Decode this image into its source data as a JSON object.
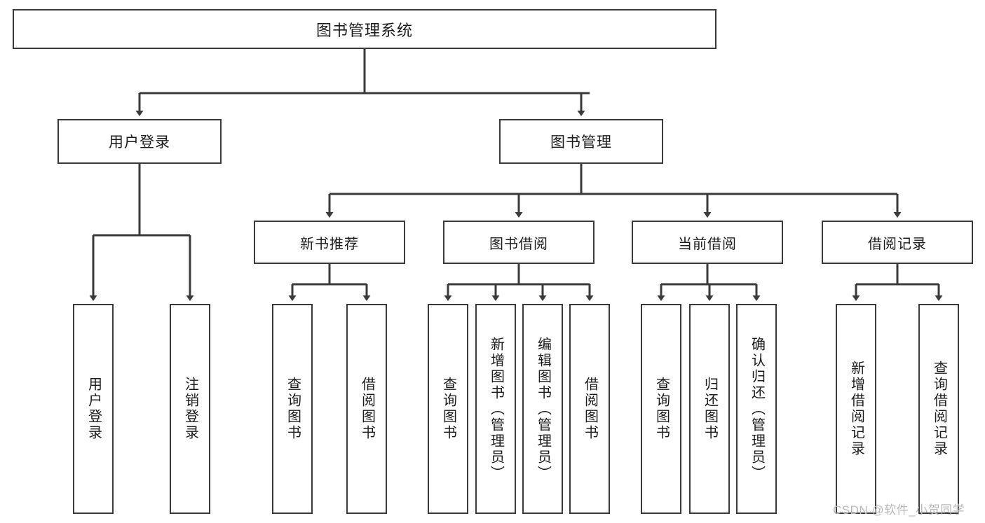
{
  "diagram": {
    "type": "tree",
    "title": "图书管理系统",
    "orientation": "top-down",
    "colors": {
      "box_border": "#3a3a3a",
      "box_fill": "#ffffff",
      "edge": "#3a3a3a",
      "text": "#1b1b1b",
      "watermark": "#b9b9b9"
    },
    "root": {
      "label": "图书管理系统"
    },
    "level2": [
      {
        "label": "用户登录"
      },
      {
        "label": "图书管理"
      }
    ],
    "level3": [
      {
        "label": "新书推荐"
      },
      {
        "label": "图书借阅"
      },
      {
        "label": "当前借阅"
      },
      {
        "label": "借阅记录"
      }
    ],
    "leaves": {
      "user_login": [
        {
          "label": "用户登录"
        },
        {
          "label": "注销登录"
        }
      ],
      "new_book": [
        {
          "label": "查询图书"
        },
        {
          "label": "借阅图书"
        }
      ],
      "book_borrow": [
        {
          "label": "查询图书"
        },
        {
          "label": "新增图书（管理员）"
        },
        {
          "label": "编辑图书（管理员）"
        },
        {
          "label": "借阅图书"
        }
      ],
      "current_borrow": [
        {
          "label": "查询图书"
        },
        {
          "label": "归还图书"
        },
        {
          "label": "确认归还（管理员）"
        }
      ],
      "borrow_record": [
        {
          "label": "新增借阅记录"
        },
        {
          "label": "查询借阅记录"
        }
      ]
    }
  },
  "watermark": {
    "text": "CSDN @软件_小贺同学"
  }
}
